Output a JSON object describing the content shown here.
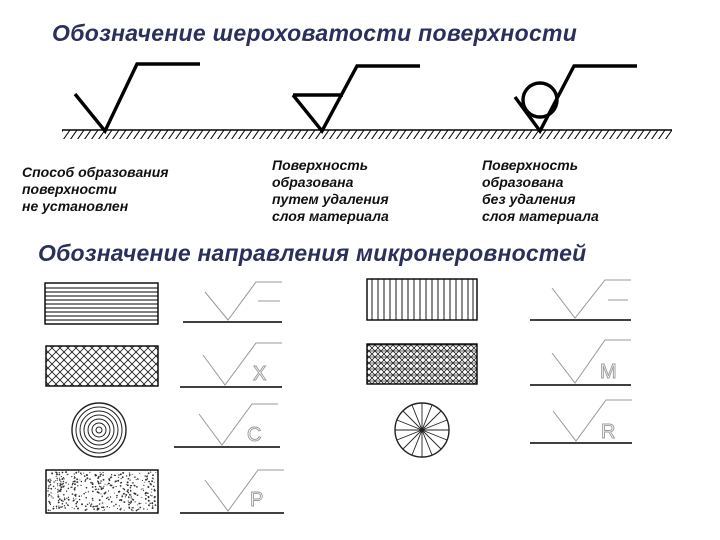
{
  "titles": {
    "roughness": "Обозначение шероховатости поверхности",
    "direction": "Обозначение направления микронеровностей"
  },
  "captions": {
    "method_not_set": [
      "Способ образования",
      "поверхности",
      "не установлен"
    ],
    "material_removal": [
      "Поверхность",
      "образована",
      "путем удаления",
      "слоя материала"
    ],
    "no_removal": [
      "Поверхность",
      "образована",
      "без удаления",
      "слоя материала"
    ]
  },
  "direction_symbols": {
    "parallel": "",
    "perpendicular": "",
    "cross": "X",
    "multi": "M",
    "circular": "C",
    "radial": "R",
    "point": "P"
  },
  "colors": {
    "title": "#2a2f5c",
    "line": "#000000",
    "faint": "#999999"
  }
}
